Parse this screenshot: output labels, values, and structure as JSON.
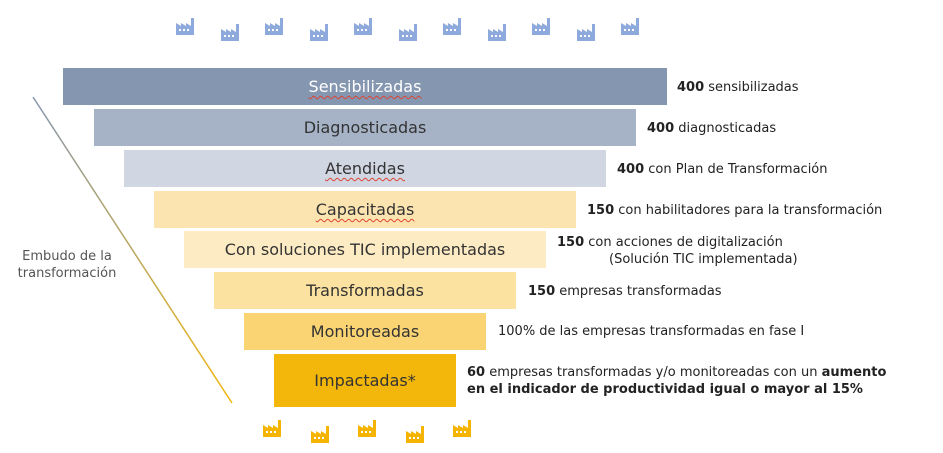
{
  "colors": {
    "factory_top": "#8EA9DB",
    "factory_bottom": "#F4B400",
    "stage_fills": [
      "#8496B0",
      "#A6B3C7",
      "#D0D6E2",
      "#FCE4B0",
      "#FDEBC3",
      "#FCE2A0",
      "#FAD473",
      "#F2B70A"
    ],
    "stage_text": [
      "#ffffff",
      "#333333",
      "#333333",
      "#333333",
      "#333333",
      "#333333",
      "#333333",
      "#333333"
    ]
  },
  "top_factory_icons": [
    "factory-icon",
    "factory-icon",
    "factory-icon",
    "factory-icon",
    "factory-icon",
    "factory-icon",
    "factory-icon",
    "factory-icon",
    "factory-icon",
    "factory-icon",
    "factory-icon"
  ],
  "bottom_factory_icons": [
    "factory-icon",
    "factory-icon",
    "factory-icon",
    "factory-icon",
    "factory-icon"
  ],
  "side_label": "Embudo de la transformación",
  "stages": [
    {
      "name": "Sensibilizadas"
    },
    {
      "name": "Diagnosticadas"
    },
    {
      "name": "Atendidas"
    },
    {
      "name": "Capacitadas"
    },
    {
      "name": "Con soluciones TIC implementadas"
    },
    {
      "name": "Transformadas"
    },
    {
      "name": "Monitoreadas"
    },
    {
      "name": "Impactadas*"
    }
  ],
  "descriptions": [
    {
      "bold": "400",
      "text": " sensibilizadas"
    },
    {
      "bold": "400",
      "text": " diagnosticadas"
    },
    {
      "bold": "400",
      "text": " con Plan de Transformación"
    },
    {
      "bold": "150",
      "text": " con habilitadores para la transformación"
    },
    {
      "bold": "150",
      "text": " con acciones de digitalización",
      "line2": "(Solución TIC implementada)"
    },
    {
      "bold": "150",
      "text": " empresas transformadas"
    },
    {
      "bold": "",
      "text": "100% de las empresas transformadas en fase I"
    },
    {
      "bold": "60",
      "text": " empresas transformadas y/o monitoreadas con un ",
      "bold2": "aumento",
      "line2_bold": "en el indicador de productividad igual o mayor al 15%"
    }
  ]
}
